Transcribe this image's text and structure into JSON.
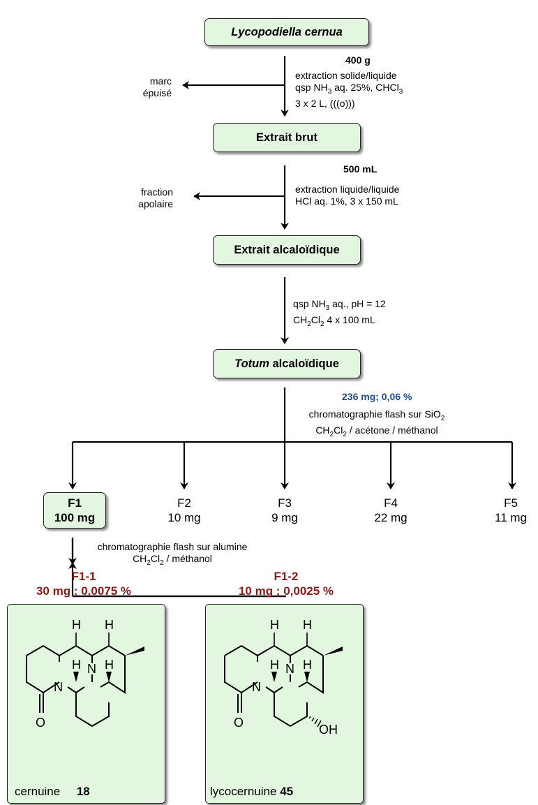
{
  "plant": {
    "name": "Lycopodiella cernua",
    "mass": "400 g"
  },
  "step1": {
    "line1": "extraction solide/liquide",
    "line2_a": "qsp NH",
    "line2_sub": "3",
    "line2_b": " aq. 25%, CHCl",
    "line2_sub2": "3",
    "line3": "3 x 2 L, (((o)))",
    "side": [
      "marc",
      "épuisé"
    ]
  },
  "extrait_brut": {
    "name": "Extrait brut",
    "volume": "500 mL"
  },
  "step2": {
    "line1": "extraction liquide/liquide",
    "line2": "HCl aq. 1%, 3 x 150 mL",
    "side": [
      "fraction",
      "apolaire"
    ]
  },
  "extrait_alcaloidique": {
    "name": "Extrait alcaloïdique"
  },
  "step3": {
    "line1_a": "qsp NH",
    "line1_sub": "3",
    "line1_b": " aq., pH = 12",
    "line2_a": "CH",
    "line2_sub": "2",
    "line2_b": "Cl",
    "line2_sub2": "2",
    "line2_c": " 4 x 100 mL"
  },
  "totum": {
    "name_italic": "Totum",
    "name_rest": " alcaloïdique",
    "yield": "236 mg; 0,06 %"
  },
  "step4": {
    "line1_a": "chromatographie flash sur SiO",
    "line1_sub": "2",
    "line2_a": "CH",
    "line2_sub": "2",
    "line2_b": "Cl",
    "line2_sub2": "2",
    "line2_c": " / acétone / méthanol"
  },
  "fractions": [
    {
      "name": "F1",
      "mass": "100 mg"
    },
    {
      "name": "F2",
      "mass": "10 mg"
    },
    {
      "name": "F3",
      "mass": "9 mg"
    },
    {
      "name": "F4",
      "mass": "22 mg"
    },
    {
      "name": "F5",
      "mass": "11 mg"
    }
  ],
  "step5": {
    "line1": "chromatographie flash sur alumine",
    "line2_a": "CH",
    "line2_sub": "2",
    "line2_b": "Cl",
    "line2_sub2": "2",
    "line2_c": " / méthanol"
  },
  "subfractions": [
    {
      "name": "F1-1",
      "yield": "30 mg ; 0,0075 %",
      "compound": "cernuine",
      "number": "18"
    },
    {
      "name": "F1-2",
      "yield": "10 mg ; 0,0025 %",
      "compound": "lycocernuine",
      "number": "45"
    }
  ],
  "atoms": {
    "H": "H",
    "N": "N",
    "O": "O",
    "OH": "OH"
  },
  "colors": {
    "box_fill": "#e3f6e0",
    "yield_blue": "#1f4e8c",
    "title_red": "#8b1a1a"
  }
}
